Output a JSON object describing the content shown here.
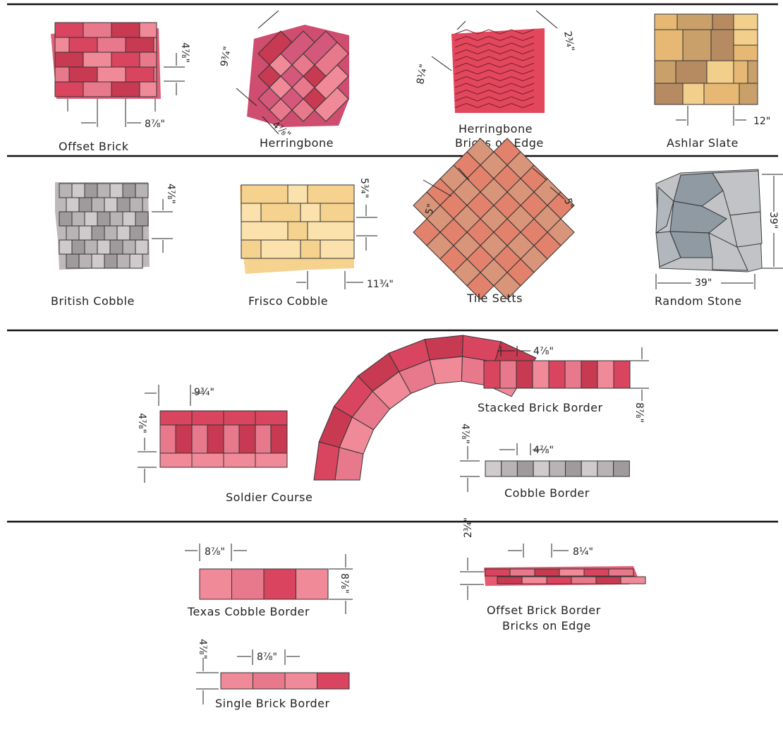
{
  "title": "",
  "patterns": {
    "offset_brick": {
      "label": "Offset Brick",
      "dims": [
        "4⅞\"",
        "8⅞\""
      ]
    },
    "herringbone": {
      "label": "Herringbone",
      "dims": [
        "9¾\"",
        "4⅞\""
      ]
    },
    "herringbone_edge": {
      "label1": "Herringbone",
      "label2": "Bricks on Edge",
      "dims": [
        "2¾\"",
        "8¼\""
      ]
    },
    "ashlar_slate": {
      "label": "Ashlar Slate",
      "dims": [
        "12\""
      ]
    },
    "british_cobble": {
      "label": "British Cobble",
      "dims": [
        "4⅞\""
      ]
    },
    "frisco_cobble": {
      "label": "Frisco Cobble",
      "dims": [
        "5¾\"",
        "11¾\""
      ]
    },
    "tile_setts": {
      "label": "Tile Setts",
      "dims": [
        "5\"",
        "5\""
      ]
    },
    "random_stone": {
      "label": "Random Stone",
      "dims": [
        "39\"",
        "39\""
      ]
    },
    "soldier_course": {
      "label": "Soldier Course",
      "dims": [
        "9¾\"",
        "4⅞\""
      ]
    },
    "stacked_border": {
      "label": "Stacked Brick Border",
      "dims": [
        "4⅞\"",
        "8⅞\""
      ]
    },
    "cobble_border": {
      "label": "Cobble Border",
      "dims": [
        "4⅞\"",
        "4⅞\""
      ]
    },
    "texas_border": {
      "label": "Texas Cobble Border",
      "dims": [
        "8⅞\"",
        "8⅞\""
      ]
    },
    "offset_edge_border": {
      "label1": "Offset Brick Border",
      "label2": "Bricks on Edge",
      "dims": [
        "2¾\"",
        "8¼\""
      ]
    },
    "single_border": {
      "label": "Single Brick Border",
      "dims": [
        "4⅞\"",
        "8⅞\""
      ]
    }
  },
  "colors": {
    "brick_a": "#d9455f",
    "brick_b": "#e8798c",
    "brick_c": "#c73a52",
    "brick_d": "#f08a98",
    "herring": "#d4587a",
    "herring_edge": "#e2475d",
    "slate_a": "#f2cf8a",
    "slate_b": "#e6b873",
    "slate_c": "#c9a06a",
    "slate_d": "#b78b62",
    "gray_a": "#b8b4b6",
    "gray_b": "#cfcbcc",
    "gray_c": "#9f9b9d",
    "sand_a": "#f6d28f",
    "sand_b": "#fbe2ad",
    "tile": "#d9957a",
    "tile_b": "#e2826c",
    "stone_a": "#8f9aa3",
    "stone_b": "#c2c3c6",
    "stone_c": "#b2b7bd"
  }
}
